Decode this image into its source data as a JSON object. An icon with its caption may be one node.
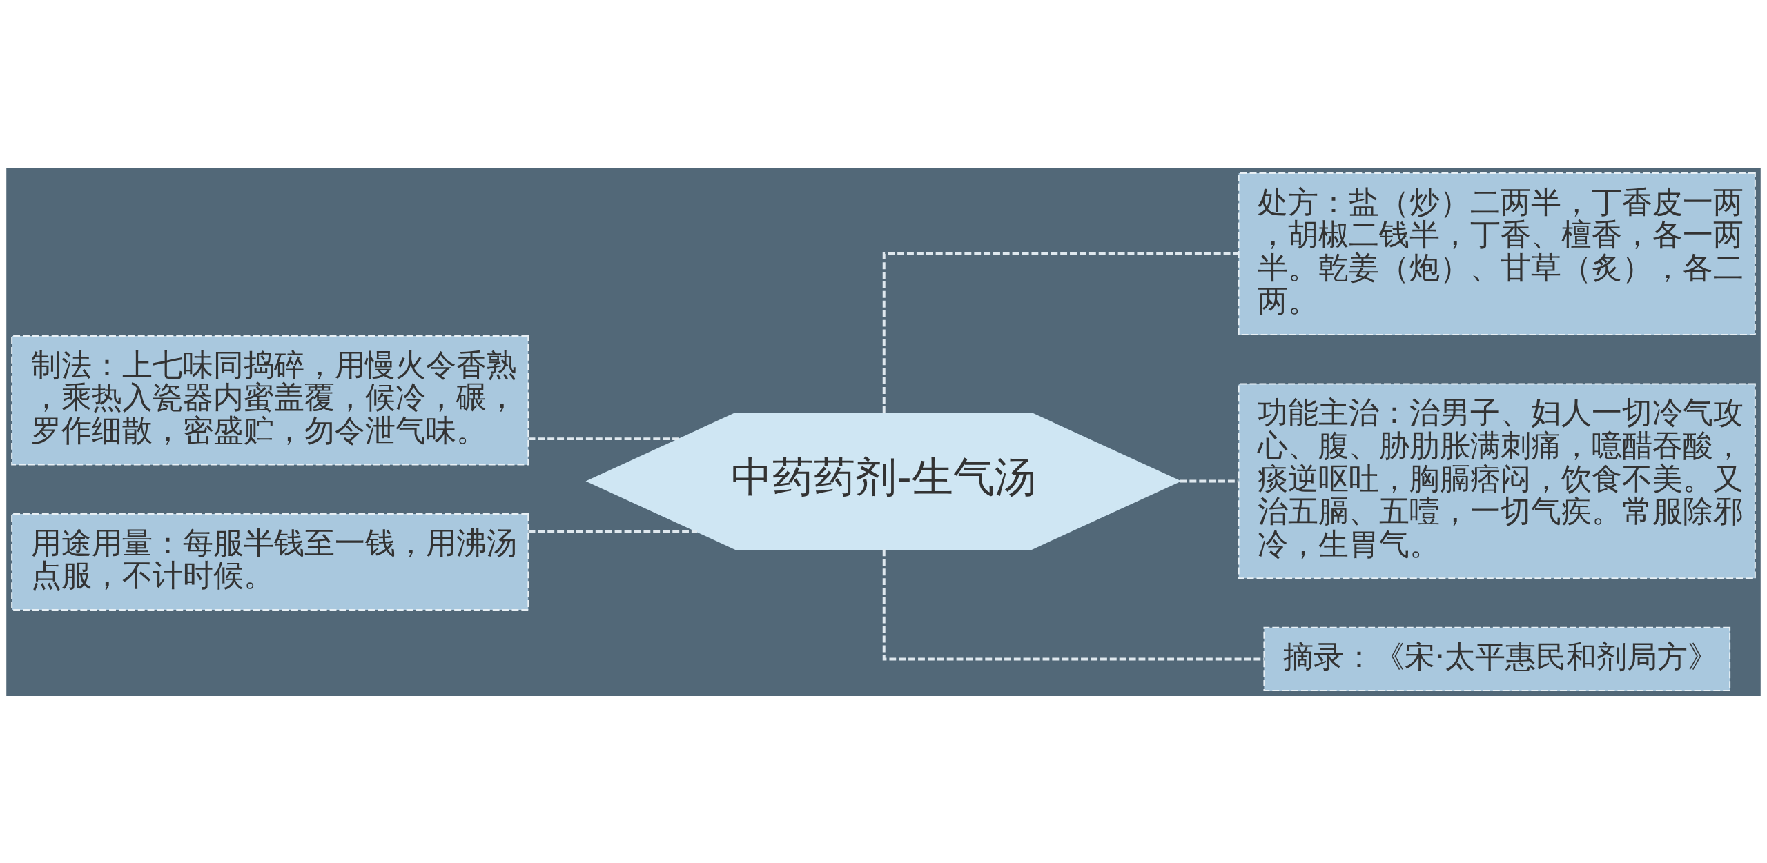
{
  "diagram": {
    "nodes": [
      {
        "text": [
          "中药药剂-生气汤"
        ]
      },
      {
        "text": [
          "制法：上七味同捣碎，用慢火令香熟，乘热入瓷器内蜜盖覆，候冷，碾，罗作细散，密盛贮，勿令泄气味。"
        ]
      },
      {
        "text": [
          "用途用量：每服半钱至一钱，用沸汤点服，不计时候。"
        ]
      },
      {
        "text": [
          "处方：盐（炒）二两半，丁香皮一两，胡椒二钱半，丁香、檀香，各一两半。乾姜（炮）、甘草（炙），各二两。"
        ]
      },
      {
        "text": [
          "功能主治：治男子、妇人一切冷气攻心、腹、胁肋胀满刺痛，噫醋吞酸，痰逆呕吐，胸膈痞闷，饮食不美。又治五膈、五噎，一切气疾。常服除邪冷，生胃气。"
        ]
      },
      {
        "text": [
          "摘录：《宋·太平惠民和剂局方》"
        ]
      }
    ],
    "edges": [
      {
        "from": 0,
        "to": 1,
        "arrow": "none",
        "style": "dashed"
      },
      {
        "from": 0,
        "to": 2,
        "arrow": "none",
        "style": "dashed"
      },
      {
        "from": 0,
        "to": 3,
        "arrow": "none",
        "style": "dashed"
      },
      {
        "from": 0,
        "to": 4,
        "arrow": "none",
        "style": "dashed"
      },
      {
        "from": 0,
        "to": 5,
        "arrow": "none",
        "style": "dashed"
      }
    ]
  }
}
